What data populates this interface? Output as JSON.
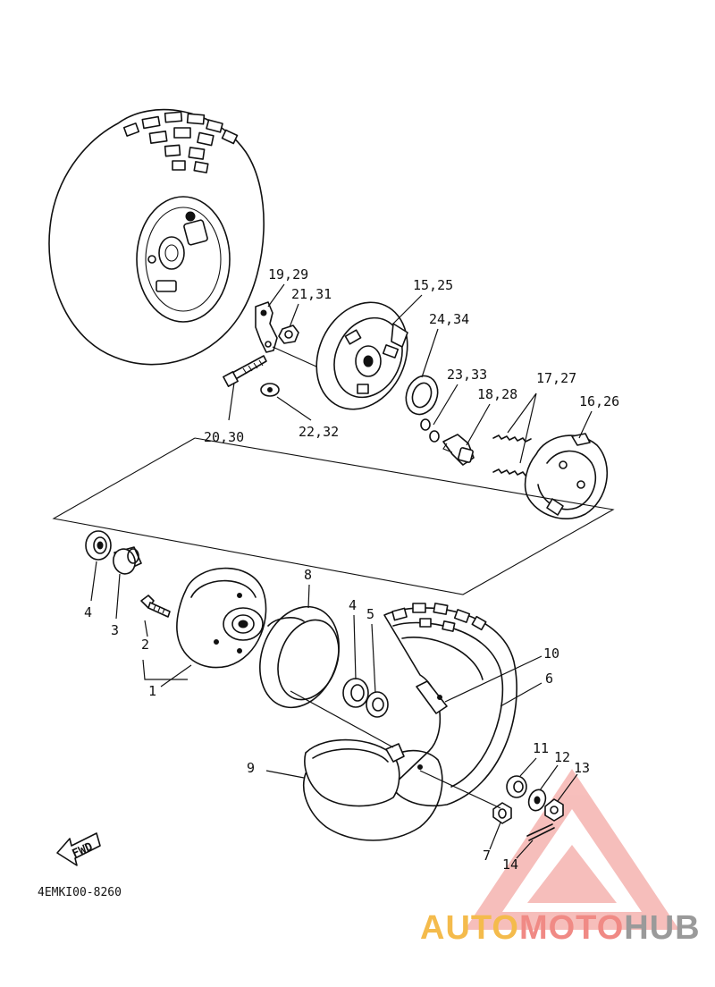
{
  "diagram": {
    "code": "4EMKI00-8260",
    "fwd_label": "FWD",
    "labels": {
      "p19_29": "19,29",
      "p21_31": "21,31",
      "p15_25": "15,25",
      "p24_34": "24,34",
      "p23_33": "23,33",
      "p17_27": "17,27",
      "p18_28": "18,28",
      "p16_26": "16,26",
      "p20_30": "20,30",
      "p22_32": "22,32",
      "p8": "8",
      "p4a": "4",
      "p3": "3",
      "p2": "2",
      "p1": "1",
      "p4b": "4",
      "p5": "5",
      "p10": "10",
      "p6": "6",
      "p9": "9",
      "p11": "11",
      "p12": "12",
      "p13": "13",
      "p7": "7",
      "p14": "14"
    }
  },
  "watermark": {
    "part1": "AUTO",
    "part2": "MOTO",
    "part3": "HUB",
    "colors": {
      "auto": "#f4bb4c",
      "moto": "#f08a85",
      "hub": "#9a9a9a"
    }
  }
}
